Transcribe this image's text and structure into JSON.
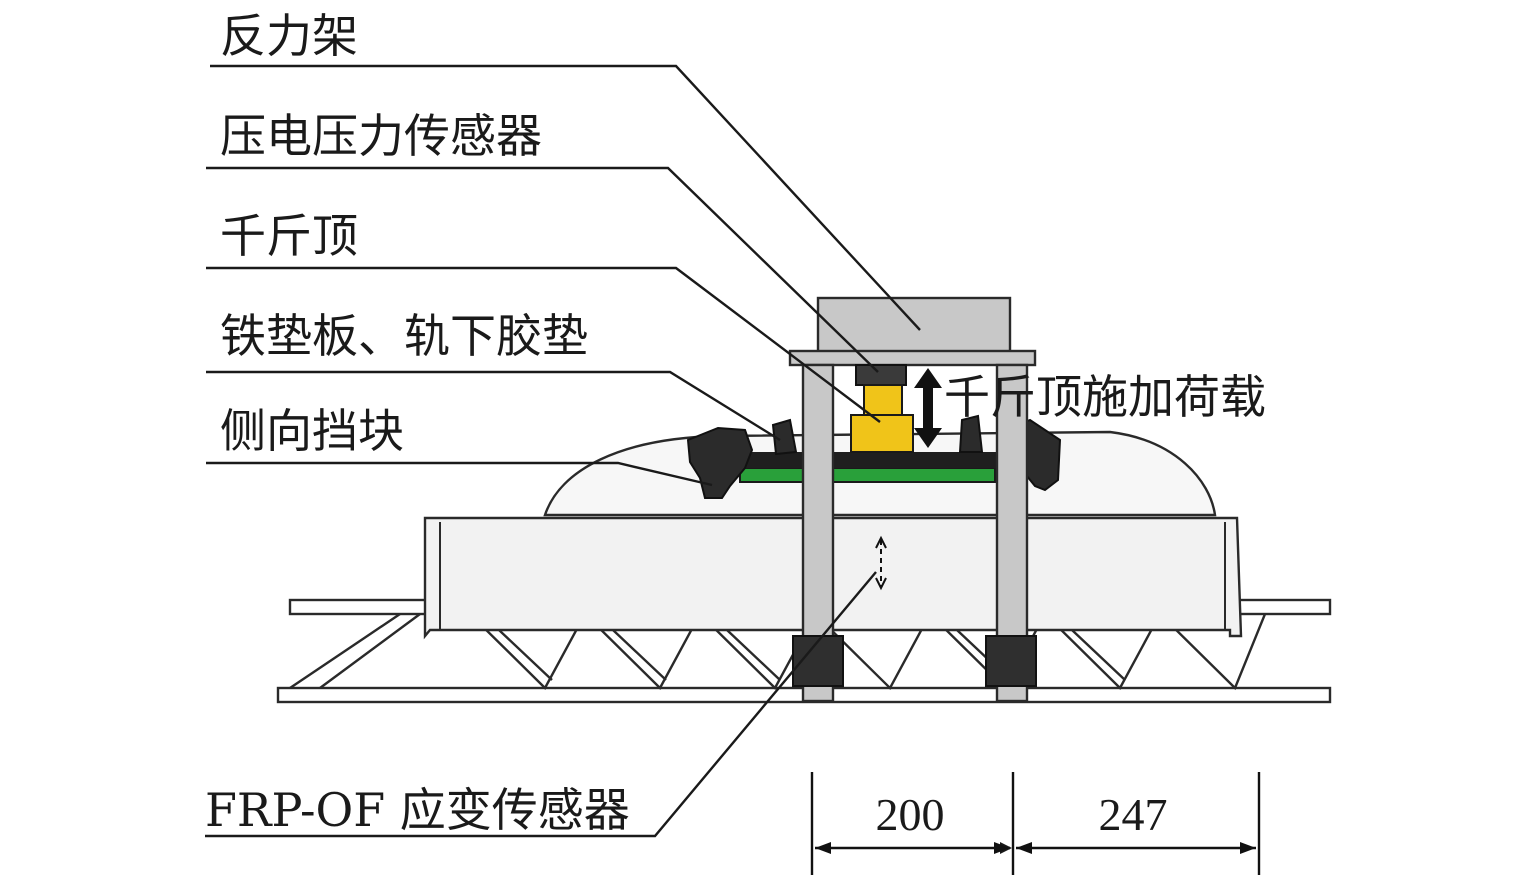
{
  "labels": {
    "reaction_frame": "反力架",
    "piezo_sensor": "压电压力传感器",
    "jack": "千斤顶",
    "pad": "铁垫板、轨下胶垫",
    "side_stop": "侧向挡块",
    "load_note": "千斤顶施加荷载",
    "frp_sensor": "FRP-OF 应变传感器"
  },
  "dimensions": {
    "left": "200",
    "right": "247"
  },
  "colors": {
    "frame": "#c8c8c8",
    "sensor": "#3a3a3a",
    "jack": "#f0c419",
    "pad": "#29a03a",
    "sleeper": "#f2f2f2",
    "stroke": "#1a1a1a"
  }
}
